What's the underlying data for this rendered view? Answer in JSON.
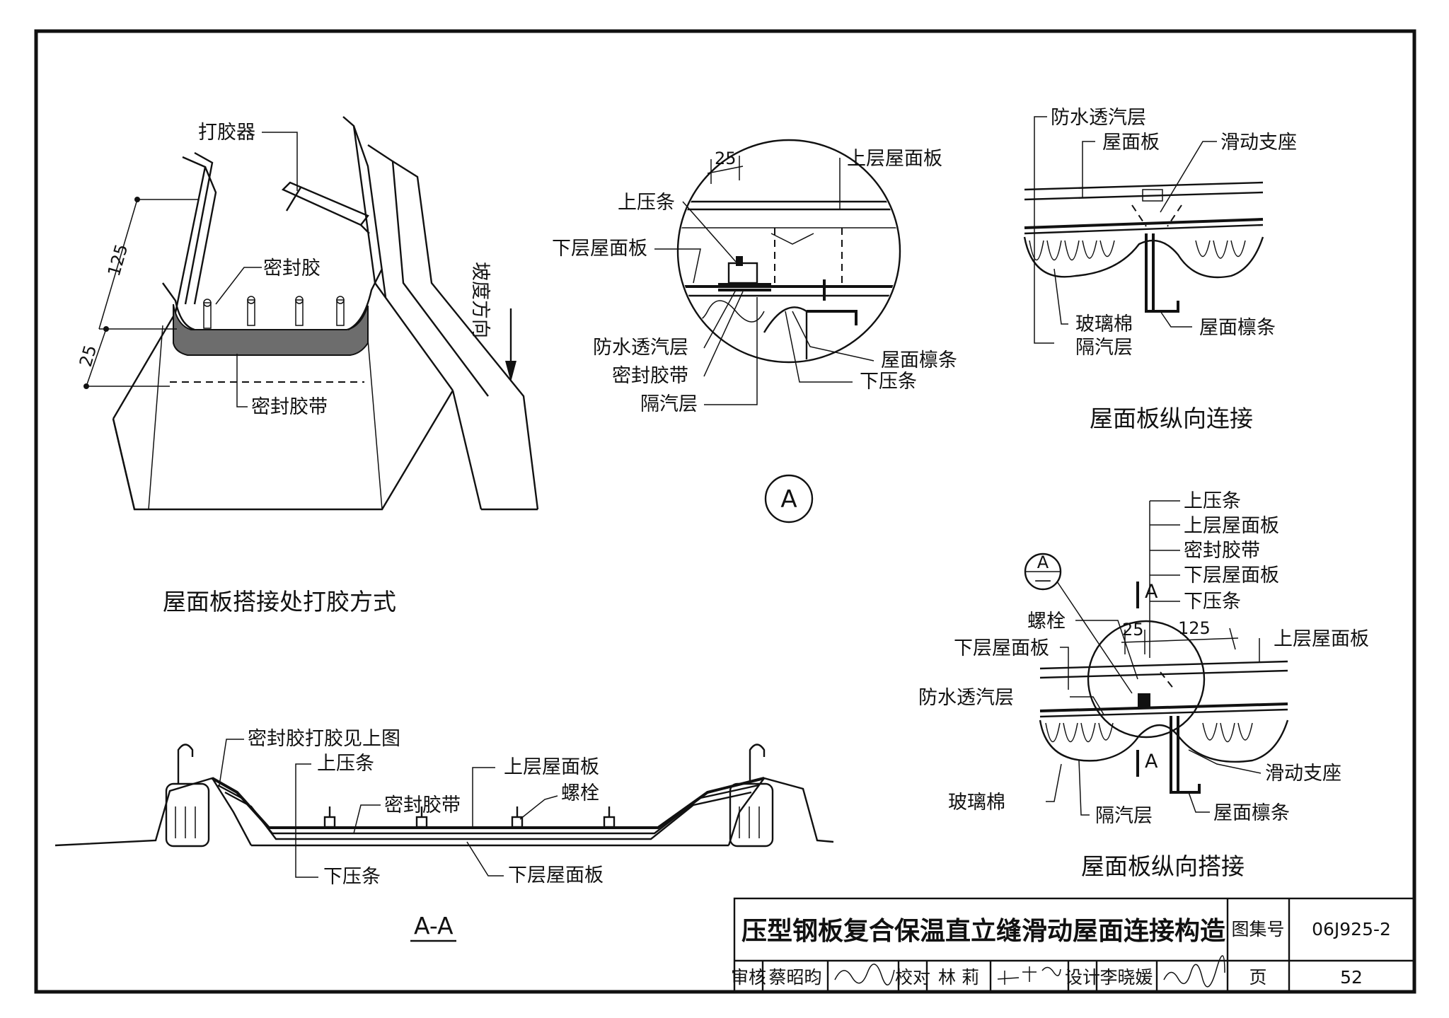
{
  "detail_gluing": {
    "caption": "屋面板搭接处打胶方式",
    "label_gun": "打胶器",
    "label_sealant": "密封胶",
    "label_tape": "密封胶带",
    "label_slope": "坡度方向",
    "dim_125": "125",
    "dim_25": "25"
  },
  "detail_a_circle": {
    "label_upper_panel": "上层屋面板",
    "label_upper_strip": "上压条",
    "label_lower_panel": "下层屋面板",
    "label_membrane": "防水透汽层",
    "label_tape": "密封胶带",
    "label_vapor": "隔汽层",
    "label_purlin": "屋面檩条",
    "label_lower_strip": "下压条",
    "dim_25": "25"
  },
  "marker_a": "A",
  "longitudinal_connection": {
    "caption": "屋面板纵向连接",
    "label_membrane": "防水透汽层",
    "label_panel": "屋面板",
    "label_slide": "滑动支座",
    "label_glasswool": "玻璃棉",
    "label_vapor": "隔汽层",
    "label_purlin": "屋面檩条"
  },
  "longitudinal_lap": {
    "caption": "屋面板纵向搭接",
    "label_upper_strip": "上压条",
    "label_upper_panel": "上层屋面板",
    "label_tape": "密封胶带",
    "label_lower_panel": "下层屋面板",
    "label_lower_strip": "下压条",
    "label_bolt": "螺栓",
    "label_lower_panel_left": "下层屋面板",
    "label_upper_panel_right": "上层屋面板",
    "label_membrane": "防水透汽层",
    "label_slide": "滑动支座",
    "label_glasswool": "玻璃棉",
    "label_vapor": "隔汽层",
    "label_purlin": "屋面檩条",
    "section_mark": "A",
    "callout_top": "A",
    "callout_bottom": "—",
    "dim_25": "25",
    "dim_125": "125"
  },
  "section_aa": {
    "caption": "A-A",
    "label_sealant_note": "密封胶打胶见上图",
    "label_upper_strip": "上压条",
    "label_upper_panel": "上层屋面板",
    "label_tape": "密封胶带",
    "label_bolt": "螺栓",
    "label_lower_strip": "下压条",
    "label_lower_panel": "下层屋面板"
  },
  "title_block": {
    "title": "压型钢板复合保温直立缝滑动屋面连接构造",
    "atlas_label": "图集号",
    "atlas_no": "06J925-2",
    "review_label": "审核",
    "reviewer": "蔡昭昀",
    "check_label": "校对",
    "checker": "林  莉",
    "design_label": "设计",
    "designer": "李晓媛",
    "page_label": "页",
    "page_no": "52"
  }
}
